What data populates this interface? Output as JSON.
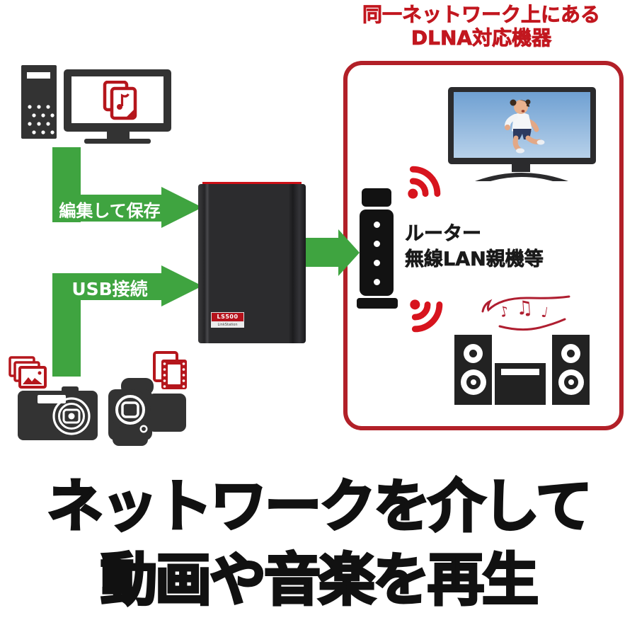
{
  "title": {
    "line1": "同一ネットワーク上にある",
    "line2": "DLNA対応機器"
  },
  "arrows": {
    "edit_save_label": "編集して保存",
    "usb_label": "USB接続"
  },
  "nas": {
    "model_label": "LS500",
    "brand_label": "LinkStation"
  },
  "dlna_box": {
    "router_label_line1": "ルーター",
    "router_label_line2": "無線LAN親機等",
    "notes": [
      "♪",
      "♫",
      "♩"
    ]
  },
  "headline": {
    "line1": "ネットワークを介して",
    "line2": "動画や音楽を再生"
  },
  "colors": {
    "accent_red": "#C2171F",
    "box_border_red": "#B22028",
    "wifi_red": "#D7141E",
    "note_red": "#AF1E30",
    "arrow_green": "#3FA440",
    "icon_dark": "#333333",
    "device_black": "#121212"
  }
}
